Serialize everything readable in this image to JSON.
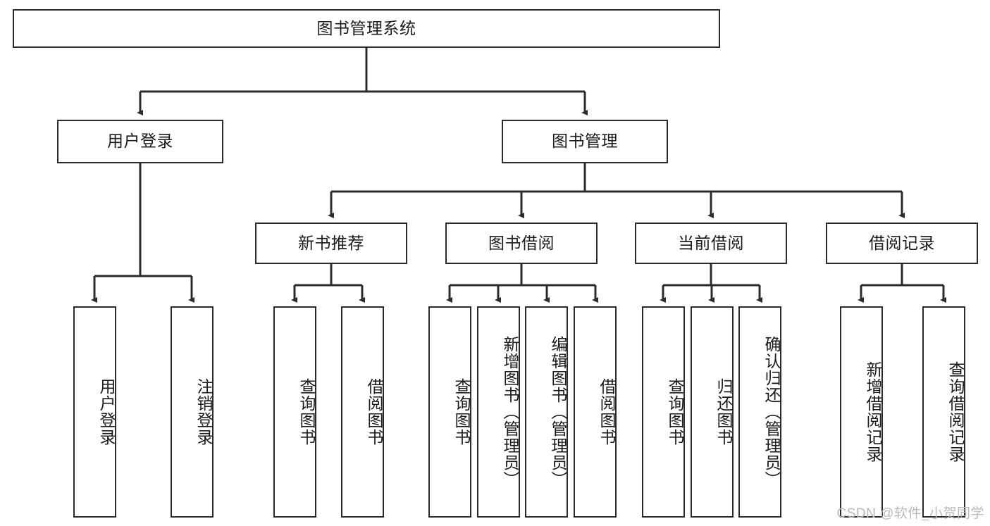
{
  "diagram": {
    "title": "图书管理系统",
    "type": "tree-hierarchy-chart",
    "colors": {
      "box_border": "#2b2b2b",
      "box_fill": "#ffffff",
      "edge": "#2b2b2b",
      "text": "#1b1b1b",
      "watermark": "#b9b9b9",
      "background": "#ffffff"
    },
    "watermark": "CSDN @软件_小贺同学",
    "levels": {
      "root": {
        "label": "图书管理系统"
      },
      "level2": [
        {
          "label": "用户登录"
        },
        {
          "label": "图书管理"
        }
      ],
      "level3": [
        {
          "label": "新书推荐"
        },
        {
          "label": "图书借阅"
        },
        {
          "label": "当前借阅"
        },
        {
          "label": "借阅记录"
        }
      ],
      "leaves": {
        "user_login": [
          {
            "label": "用户登录"
          },
          {
            "label": "注销登录"
          }
        ],
        "new_book_recommend": [
          {
            "label": "查询图书"
          },
          {
            "label": "借阅图书"
          }
        ],
        "book_borrow": [
          {
            "label": "查询图书"
          },
          {
            "label": "新增图书（管理员）"
          },
          {
            "label": "编辑图书（管理员）"
          },
          {
            "label": "借阅图书"
          }
        ],
        "current_borrow": [
          {
            "label": "查询图书"
          },
          {
            "label": "归还图书"
          },
          {
            "label": "确认归还（管理员）"
          }
        ],
        "borrow_record": [
          {
            "label": "新增借阅记录"
          },
          {
            "label": "查询借阅记录"
          }
        ]
      }
    }
  }
}
